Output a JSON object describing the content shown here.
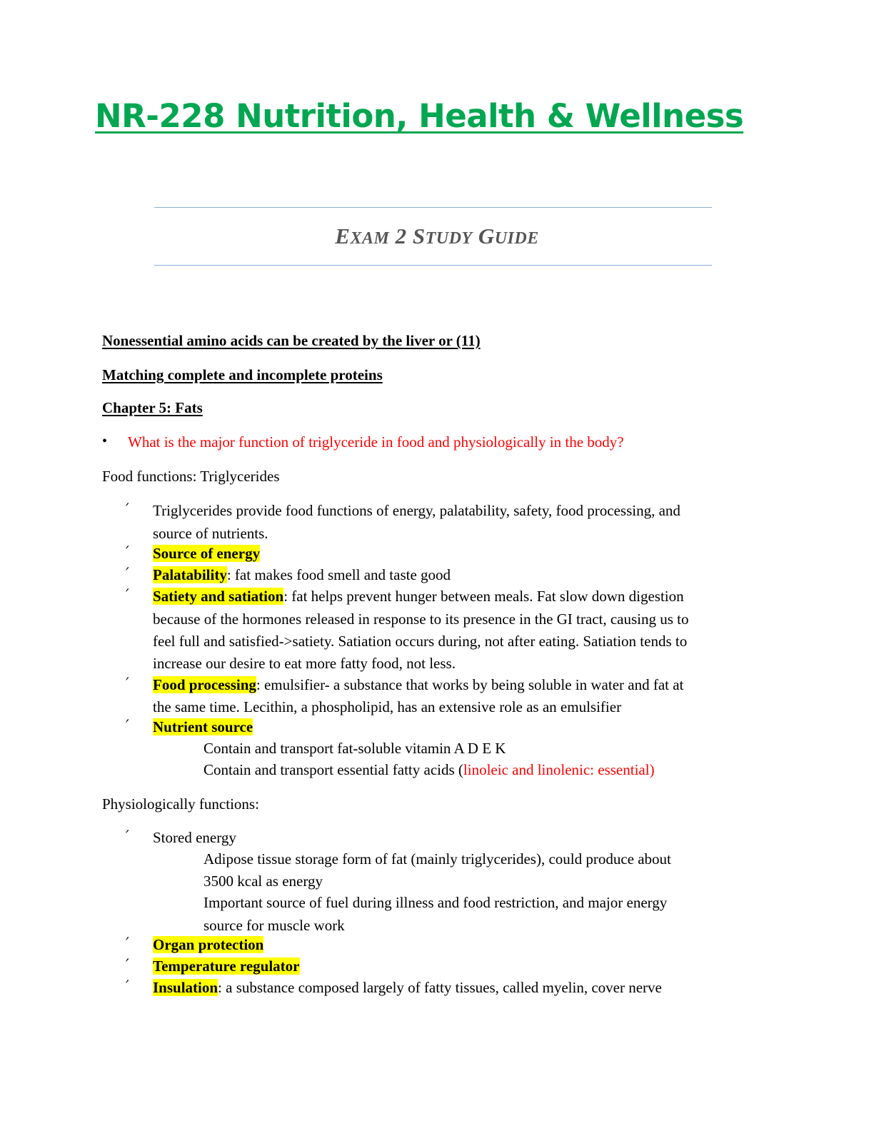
{
  "doc": {
    "title": "NR-228 Nutrition, Health & Wellness",
    "subtitle": {
      "e": "E",
      "xam": "XAM",
      "num": " 2 ",
      "s": "S",
      "tudy": "TUDY",
      "g": "G",
      "uide": "UIDE"
    }
  },
  "headings": [
    "Nonessential amino acids can be created by the liver or (11)",
    "Matching complete and incomplete proteins",
    "Chapter 5: Fats"
  ],
  "question": {
    "bullet": "•",
    "text": "What is the major function of triglyceride in food and physiologically in the body?"
  },
  "tick_mark": "′",
  "food": {
    "label": "Food functions: Triglycerides",
    "item1": [
      "Triglycerides provide food functions of energy, palatability, safety, food processing, and",
      "source of nutrients."
    ],
    "item2": {
      "hl": "Source of energy"
    },
    "item3": {
      "hl": "Palatability",
      "rest": ": fat makes food smell and taste good"
    },
    "item4": {
      "hl": "Satiety and satiation",
      "rest": ": fat helps prevent hunger between meals. Fat slow down digestion",
      "lines": [
        "because of the hormones released in response to its presence in the GI tract, causing us to",
        "feel full and satisfied->satiety. Satiation occurs during, not after eating. Satiation tends to",
        "increase our desire to eat more fatty food, not less."
      ]
    },
    "item5": {
      "hl": "Food processing",
      "rest": ": emulsifier- a substance that works by being soluble in water and fat at",
      "lines": [
        "the same time. Lecithin, a phospholipid, has an extensive role as an emulsifier"
      ]
    },
    "item6": {
      "hl": "Nutrient source",
      "sub1": "Contain and transport fat-soluble vitamin A D E K",
      "sub2_a": "Contain and transport essential fatty acids (",
      "sub2_red": "linoleic and linolenic: essential)"
    }
  },
  "physio": {
    "label": "Physiologically functions:",
    "item1": {
      "text": "Stored energy",
      "sub": [
        "Adipose tissue storage form of fat (mainly triglycerides), could produce about",
        "3500 kcal as energy",
        "Important source of fuel during illness and food restriction, and major energy",
        "source for muscle work"
      ]
    },
    "item2": {
      "hl": "Organ protection"
    },
    "item3": {
      "hl": "Temperature regulator"
    },
    "item4": {
      "hl": "Insulation",
      "rest": ": a substance composed largely of fatty tissues, called myelin, cover nerve"
    }
  }
}
